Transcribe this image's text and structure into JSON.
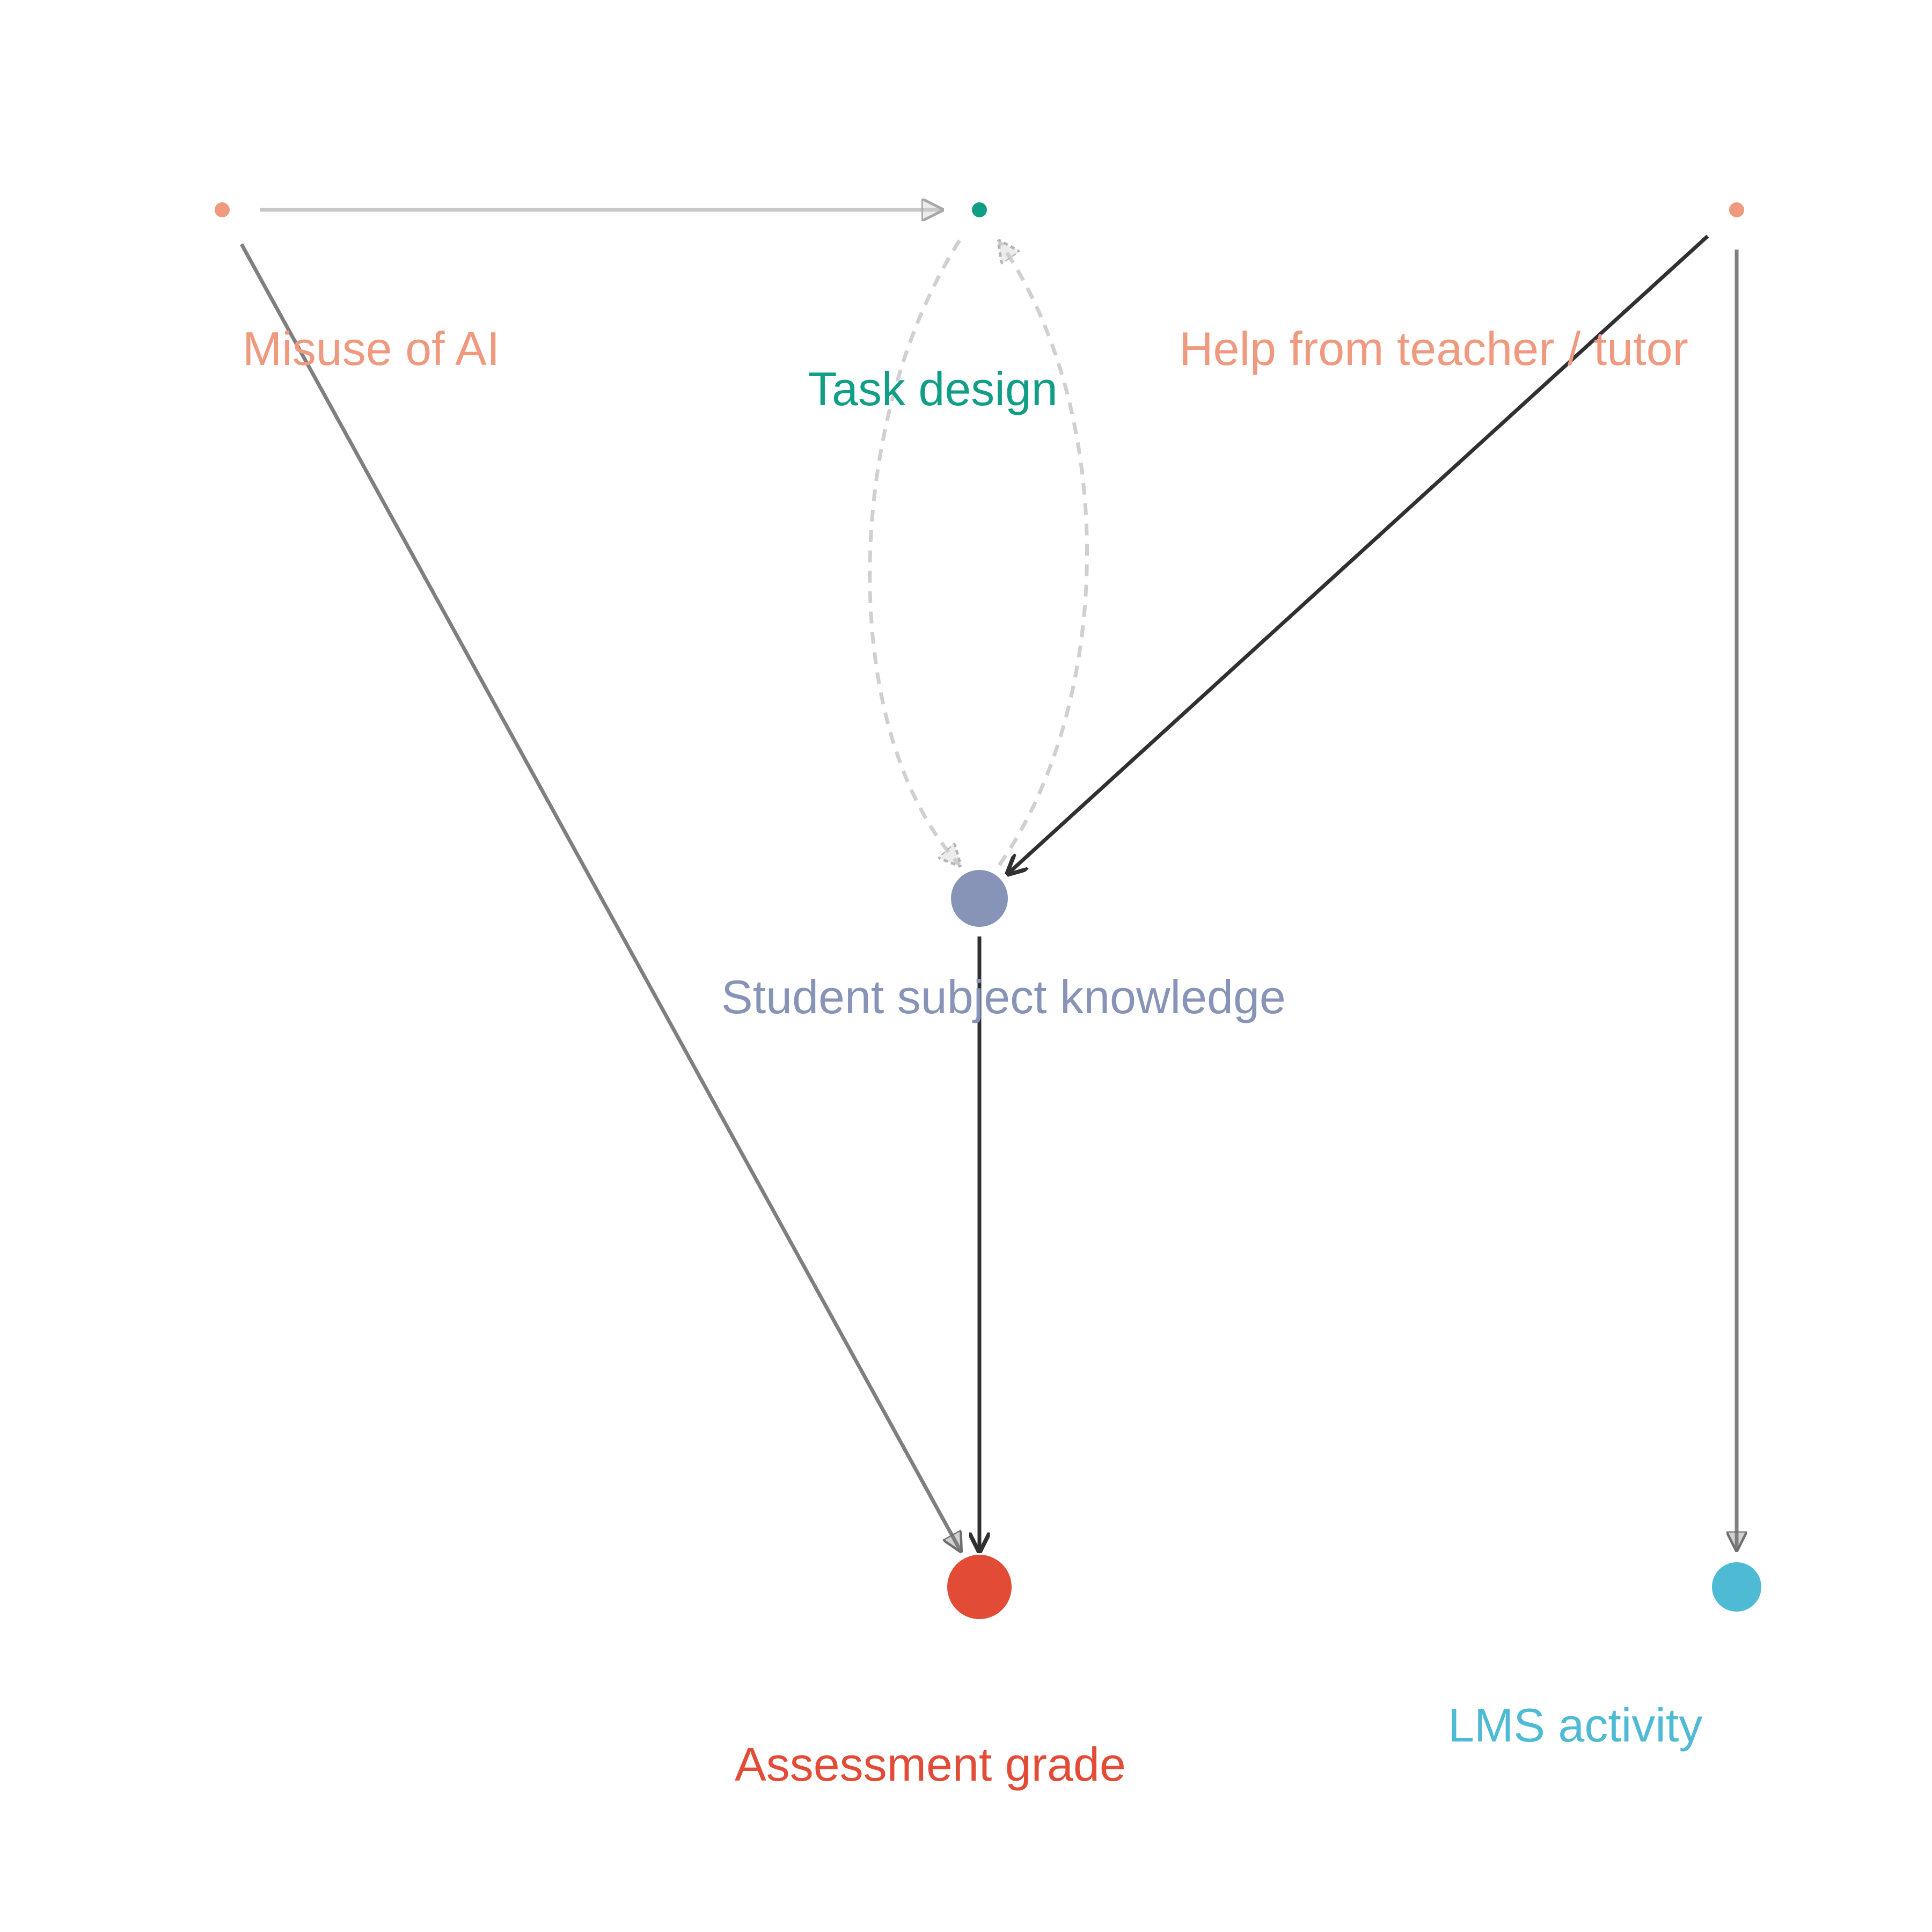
{
  "colors": {
    "background": "#ffffff",
    "edge_solid_dark": "#303030",
    "edge_solid_mid": "#7f7f7f",
    "edge_faint": "#c8c8c8",
    "edge_dashed": "#d0d0d0"
  },
  "nodes": {
    "misuse_ai": {
      "label": "Misuse of AI",
      "color": "#ef9a7f"
    },
    "task_design": {
      "label": "Task design",
      "color": "#109e86"
    },
    "help_teacher": {
      "label": "Help from teacher / tutor",
      "color": "#ef9a7f"
    },
    "student_knowledge": {
      "label": "Student subject knowledge",
      "color": "#8794b7"
    },
    "assessment_grade": {
      "label": "Assessment grade",
      "color": "#e24b35"
    },
    "lms_activity": {
      "label": "LMS activity",
      "color": "#4fbad4"
    }
  },
  "edges": [
    {
      "from": "Misuse of AI",
      "to": "Task design",
      "style": "faint"
    },
    {
      "from": "Misuse of AI",
      "to": "Assessment grade",
      "style": "solid-mid"
    },
    {
      "from": "Help from teacher / tutor",
      "to": "Student subject knowledge",
      "style": "solid-dark"
    },
    {
      "from": "Help from teacher / tutor",
      "to": "LMS activity",
      "style": "solid-mid"
    },
    {
      "from": "Student subject knowledge",
      "to": "Assessment grade",
      "style": "solid-dark"
    },
    {
      "from": "Task design",
      "to": "Student subject knowledge",
      "style": "dashed"
    },
    {
      "from": "Student subject knowledge",
      "to": "Task design",
      "style": "dashed"
    }
  ]
}
